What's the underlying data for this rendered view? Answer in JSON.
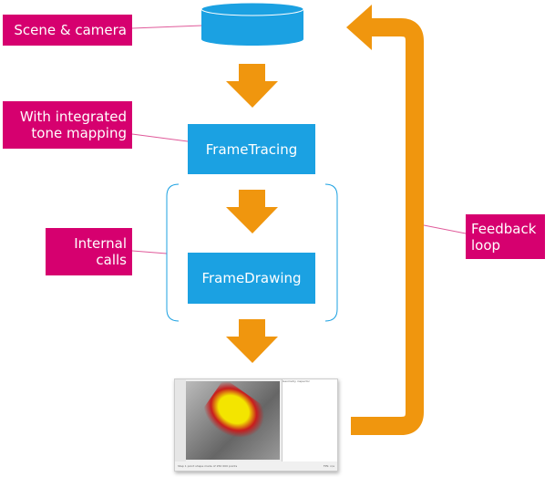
{
  "colors": {
    "label": "#d6006f",
    "box": "#1ba1e2",
    "arrow": "#f0960e",
    "connector": "#d6006f"
  },
  "labels": {
    "scene": "Scene & camera",
    "tone_line1": "With integrated",
    "tone_line2": "tone mapping",
    "internal_line1": "Internal",
    "internal_line2": "calls",
    "feedback_line1": "Feedback",
    "feedback_line2": "loop"
  },
  "boxes": {
    "tracing": "FrameTracing",
    "drawing": "FrameDrawing"
  },
  "thumbnail": {
    "panel_title": "Geometry inspector",
    "status_left": "Step 1 point shape made of 250 000 points",
    "status_right": "FPS: n/a"
  }
}
